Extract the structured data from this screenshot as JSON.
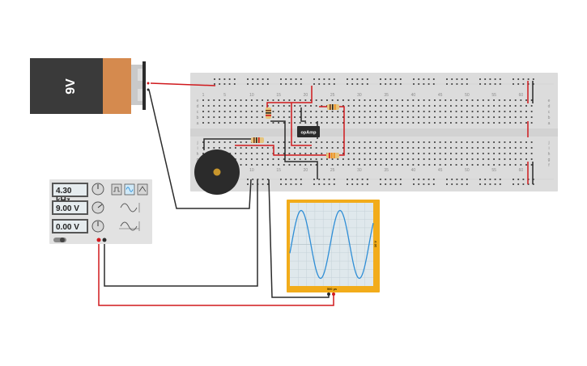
{
  "battery": {
    "label": "9V"
  },
  "opamp": {
    "label": "opAmp"
  },
  "function_generator": {
    "frequency": "4.30 kHz",
    "amplitude": "9.00 V",
    "offset": "0.00 V",
    "waveform": "sine"
  },
  "oscilloscope": {
    "time_label": "500 µs",
    "volt_label": "10 V",
    "waveform": "sine"
  },
  "breadboard": {
    "column_numbers": [
      "1",
      "5",
      "10",
      "15",
      "20",
      "25",
      "30",
      "35",
      "40",
      "45",
      "50",
      "55",
      "60"
    ],
    "row_letters_top": [
      "a",
      "b",
      "c",
      "d",
      "e"
    ],
    "row_letters_bottom": [
      "f",
      "g",
      "h",
      "i",
      "j"
    ]
  },
  "colors": {
    "wire_red": "#d0191d",
    "wire_black": "#2b2b2b",
    "scope_frame": "#f2ac1a",
    "trace": "#2f8ed6"
  }
}
